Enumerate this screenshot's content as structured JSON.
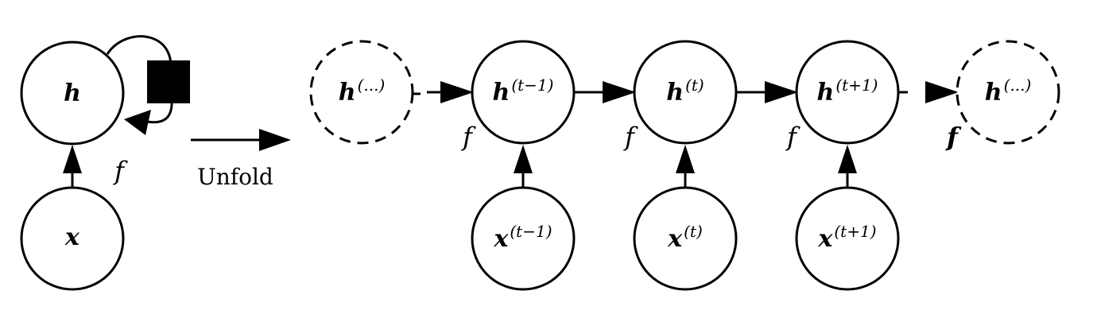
{
  "diagram": {
    "folded": {
      "h_label": "h",
      "x_label": "x",
      "f_label": "f"
    },
    "unfold_label": "Unfold",
    "unfolded": {
      "h_nodes": [
        {
          "main": "h",
          "sup": "(...)"
        },
        {
          "main": "h",
          "sup": "(t−1)"
        },
        {
          "main": "h",
          "sup": "(t)"
        },
        {
          "main": "h",
          "sup": "(t+1)"
        },
        {
          "main": "h",
          "sup": "(...)"
        }
      ],
      "x_nodes": [
        {
          "main": "x",
          "sup": "(t−1)"
        },
        {
          "main": "x",
          "sup": "(t)"
        },
        {
          "main": "x",
          "sup": "(t+1)"
        }
      ],
      "f_labels": [
        "f",
        "f",
        "f",
        "f"
      ]
    }
  }
}
